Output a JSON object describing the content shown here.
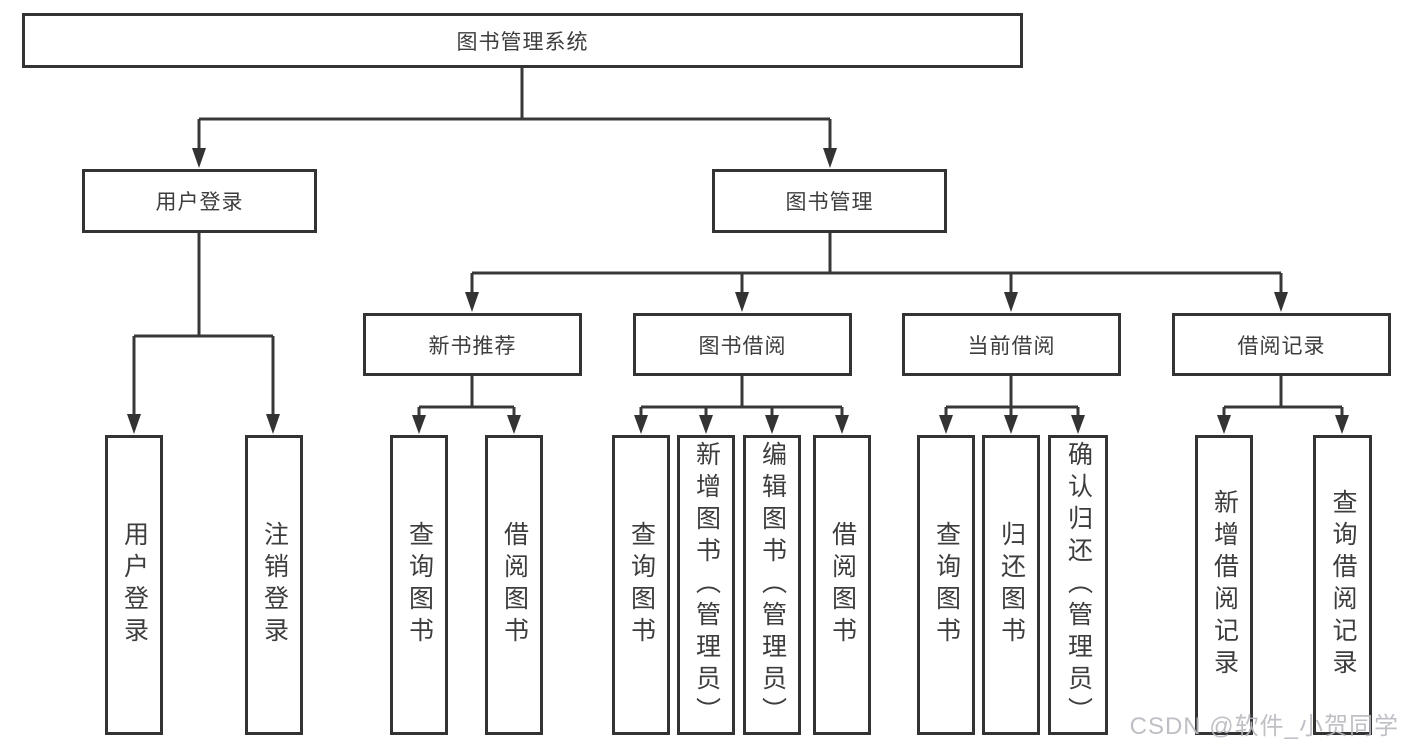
{
  "colors": {
    "line": "#383838",
    "box_border": "#333333",
    "text": "#3d3d3d",
    "watermark_gray": "#b9b9bf"
  },
  "watermark": "CSDN @软件_小贺同学",
  "tree": {
    "label": "图书管理系统",
    "children": [
      {
        "label": "用户登录",
        "children": [
          {
            "label": "用户登录"
          },
          {
            "label": "注销登录"
          }
        ]
      },
      {
        "label": "图书管理",
        "children": [
          {
            "label": "新书推荐",
            "children": [
              {
                "label": "查询图书"
              },
              {
                "label": "借阅图书"
              }
            ]
          },
          {
            "label": "图书借阅",
            "children": [
              {
                "label": "查询图书"
              },
              {
                "label": "新增图书（管理员）"
              },
              {
                "label": "编辑图书（管理员）"
              },
              {
                "label": "借阅图书"
              }
            ]
          },
          {
            "label": "当前借阅",
            "children": [
              {
                "label": "查询图书"
              },
              {
                "label": "归还图书"
              },
              {
                "label": "确认归还（管理员）"
              }
            ]
          },
          {
            "label": "借阅记录",
            "children": [
              {
                "label": "新增借阅记录"
              },
              {
                "label": "查询借阅记录"
              }
            ]
          }
        ]
      }
    ]
  }
}
